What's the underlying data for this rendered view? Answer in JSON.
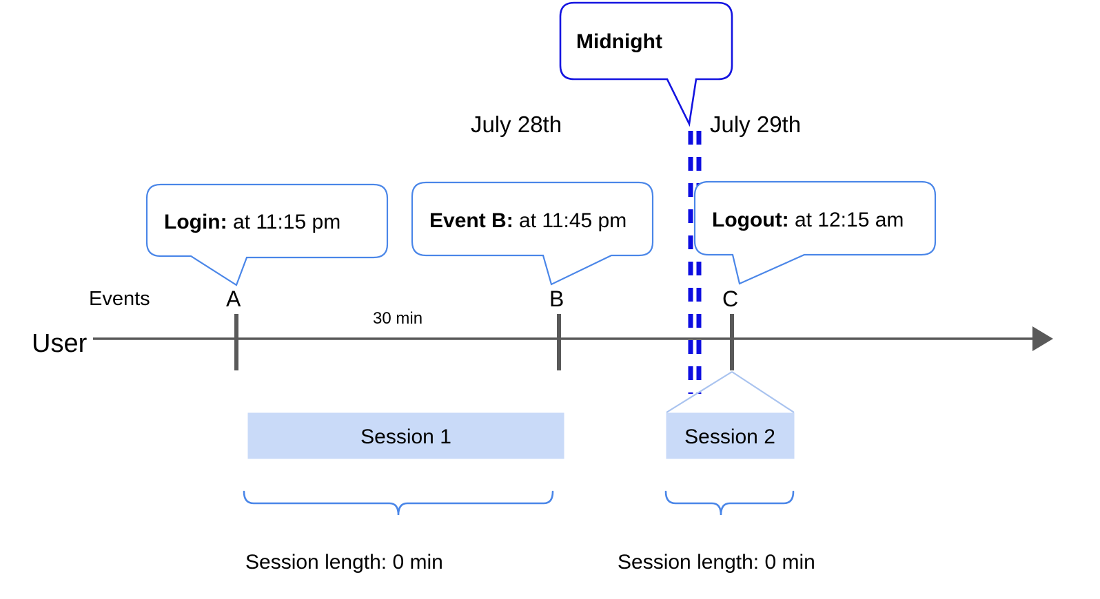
{
  "diagram": {
    "title_callout": {
      "label": "Midnight"
    },
    "dates": [
      {
        "label": "July 28th"
      },
      {
        "label": "July 29th"
      }
    ],
    "event_callouts": [
      {
        "bold": "Login:",
        "rest": " at 11:15 pm"
      },
      {
        "bold": "Event B:",
        "rest": " at 11:45 pm"
      },
      {
        "bold": "Logout:",
        "rest": " at 12:15 am"
      }
    ],
    "axis": {
      "row_label": "User",
      "events_label": "Events",
      "event_markers": [
        {
          "letter": "A"
        },
        {
          "letter": "B"
        },
        {
          "letter": "C"
        }
      ],
      "gap_label": "30 min"
    },
    "sessions": [
      {
        "label": "Session 1",
        "length_label": "Session length: 0 min"
      },
      {
        "label": "Session 2",
        "length_label": "Session length: 0 min"
      }
    ],
    "colors": {
      "callout_border": "#4a86e8",
      "midnight_border": "#1414e0",
      "midnight_dash": "#0e0ee0",
      "session_fill": "#c9daf8",
      "session_edge": "#a9c3ef",
      "axis_gray": "#595959",
      "brace": "#4a86e8",
      "text": "#000000"
    }
  }
}
